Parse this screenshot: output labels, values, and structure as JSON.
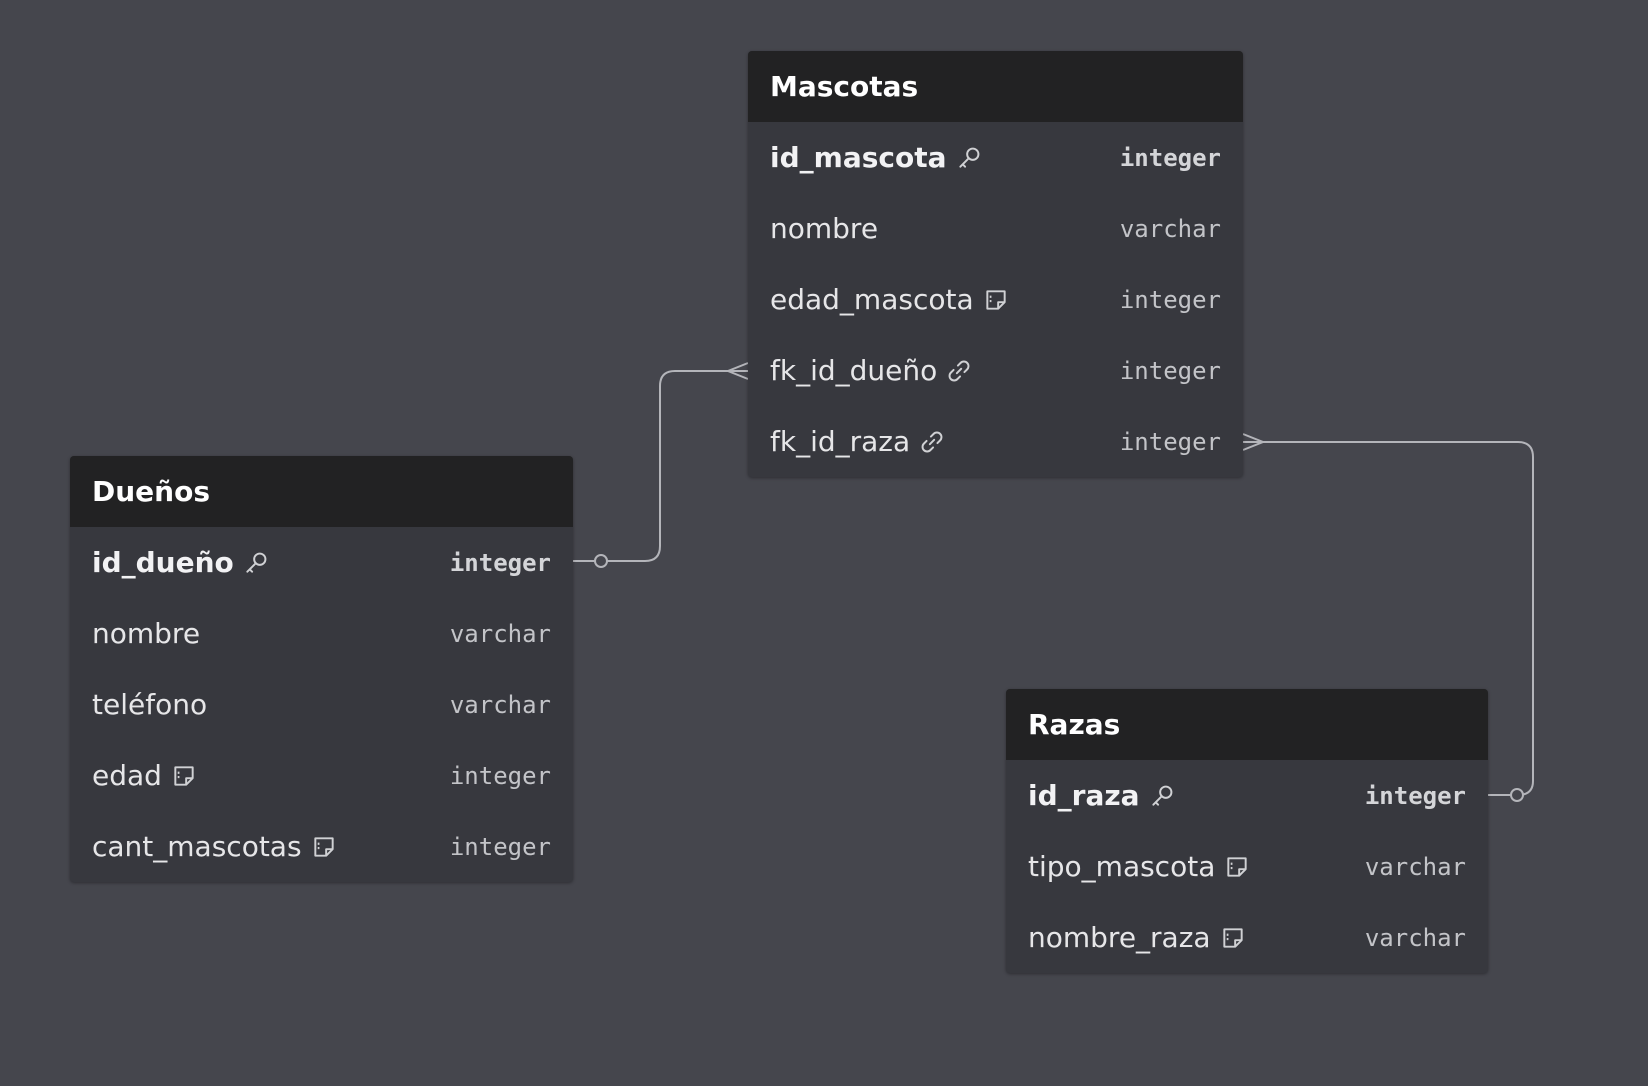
{
  "colors": {
    "background": "#45464d",
    "table_body": "#37383e",
    "table_header": "#222223",
    "connector": "#b4b5ba"
  },
  "tables": {
    "mascotas": {
      "title": "Mascotas",
      "columns": [
        {
          "name": "id_mascota",
          "type": "integer",
          "icon": "key-icon"
        },
        {
          "name": "nombre",
          "type": "varchar",
          "icon": ""
        },
        {
          "name": "edad_mascota",
          "type": "integer",
          "icon": "note-icon"
        },
        {
          "name": "fk_id_dueño",
          "type": "integer",
          "icon": "link-icon"
        },
        {
          "name": "fk_id_raza",
          "type": "integer",
          "icon": "link-icon"
        }
      ]
    },
    "duenos": {
      "title": "Dueños",
      "columns": [
        {
          "name": "id_dueño",
          "type": "integer",
          "icon": "key-icon"
        },
        {
          "name": "nombre",
          "type": "varchar",
          "icon": ""
        },
        {
          "name": "teléfono",
          "type": "varchar",
          "icon": ""
        },
        {
          "name": "edad",
          "type": "integer",
          "icon": "note-icon"
        },
        {
          "name": "cant_mascotas",
          "type": "integer",
          "icon": "note-icon"
        }
      ]
    },
    "razas": {
      "title": "Razas",
      "columns": [
        {
          "name": "id_raza",
          "type": "integer",
          "icon": "key-icon"
        },
        {
          "name": "tipo_mascota",
          "type": "varchar",
          "icon": "note-icon"
        },
        {
          "name": "nombre_raza",
          "type": "varchar",
          "icon": "note-icon"
        }
      ]
    }
  },
  "relationships": [
    {
      "from": "Dueños.id_dueño",
      "to": "Mascotas.fk_id_dueño",
      "from_end": "one-optional",
      "to_end": "many"
    },
    {
      "from": "Razas.id_raza",
      "to": "Mascotas.fk_id_raza",
      "from_end": "one-optional",
      "to_end": "many"
    }
  ]
}
